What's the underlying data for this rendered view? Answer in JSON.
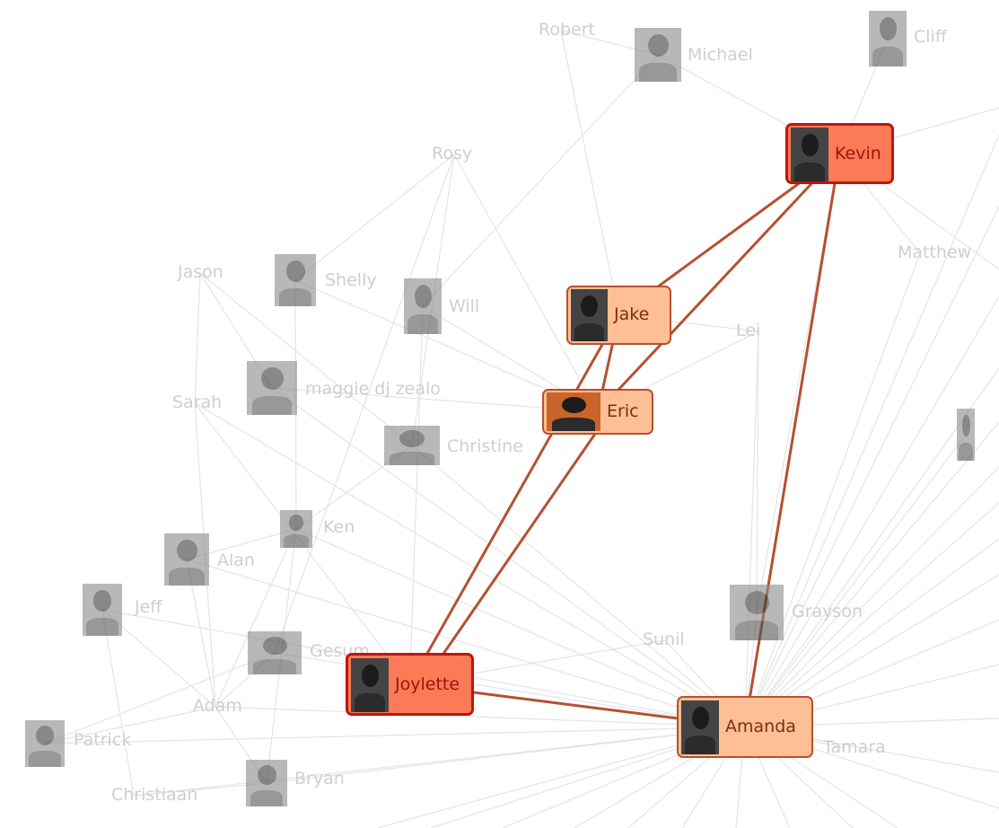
{
  "faint_people": [
    {
      "id": "robert",
      "label": "Robert",
      "avatar": false
    },
    {
      "id": "michael",
      "label": "Michael",
      "avatar": true
    },
    {
      "id": "cliff",
      "label": "Cliff",
      "avatar": true
    },
    {
      "id": "rosy",
      "label": "Rosy",
      "avatar": false
    },
    {
      "id": "matthew",
      "label": "Matthew",
      "avatar": false
    },
    {
      "id": "jason",
      "label": "Jason",
      "avatar": false
    },
    {
      "id": "shelly",
      "label": "Shelly",
      "avatar": true
    },
    {
      "id": "will",
      "label": "Will",
      "avatar": true
    },
    {
      "id": "lei",
      "label": "Lei",
      "avatar": false
    },
    {
      "id": "sarah",
      "label": "Sarah",
      "avatar": false
    },
    {
      "id": "maggie",
      "label": "maggie dj zealo",
      "avatar": true
    },
    {
      "id": "christine",
      "label": "Christine",
      "avatar": true
    },
    {
      "id": "ken",
      "label": "Ken",
      "avatar": true
    },
    {
      "id": "alan",
      "label": "Alan",
      "avatar": true
    },
    {
      "id": "jeff",
      "label": "Jeff",
      "avatar": true
    },
    {
      "id": "grayson",
      "label": "Grayson",
      "avatar": true
    },
    {
      "id": "sunil",
      "label": "Sunil",
      "avatar": false
    },
    {
      "id": "gesum",
      "label": "Gesum",
      "avatar": true
    },
    {
      "id": "adam",
      "label": "Adam",
      "avatar": false
    },
    {
      "id": "patrick",
      "label": "Patrick",
      "avatar": true
    },
    {
      "id": "tamara",
      "label": "Tamara",
      "avatar": false
    },
    {
      "id": "bryan",
      "label": "Bryan",
      "avatar": true
    },
    {
      "id": "christiaan",
      "label": "Christiaan",
      "avatar": false
    },
    {
      "id": "edge_person",
      "label": "",
      "avatar": true
    }
  ],
  "highlighted_people": [
    {
      "id": "kevin",
      "label": "Kevin",
      "selected": true
    },
    {
      "id": "jake",
      "label": "Jake",
      "selected": false
    },
    {
      "id": "eric",
      "label": "Eric",
      "selected": false
    },
    {
      "id": "joylette",
      "label": "Joylette",
      "selected": true
    },
    {
      "id": "amanda",
      "label": "Amanda",
      "selected": false
    }
  ],
  "highlighted_links": [
    [
      "kevin",
      "jake"
    ],
    [
      "kevin",
      "eric"
    ],
    [
      "kevin",
      "amanda"
    ],
    [
      "jake",
      "eric"
    ],
    [
      "jake",
      "joylette"
    ],
    [
      "eric",
      "joylette"
    ],
    [
      "joylette",
      "amanda"
    ]
  ],
  "colors": {
    "faint_edge": "#e4e4e4",
    "faint_text": "#cfcfcf",
    "highlight_edge": "#b5512f",
    "node_fill": "#fdbf93",
    "selected_fill": "#fa7b56",
    "selected_border": "#c0150a"
  }
}
